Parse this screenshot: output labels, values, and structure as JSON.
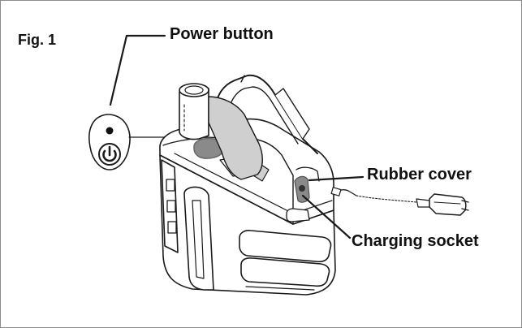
{
  "figure": {
    "label": "Fig. 1"
  },
  "callouts": {
    "power_button": "Power button",
    "rubber_cover": "Rubber cover",
    "charging_socket": "Charging socket"
  },
  "icons": {
    "power_symbol": "power-icon",
    "indicator": "led-indicator-icon"
  },
  "colors": {
    "line": "#1a1a1a",
    "accent_gray": "#8a8a8a",
    "light_gray": "#cfcfcf",
    "frame": "#8c8c8c"
  }
}
